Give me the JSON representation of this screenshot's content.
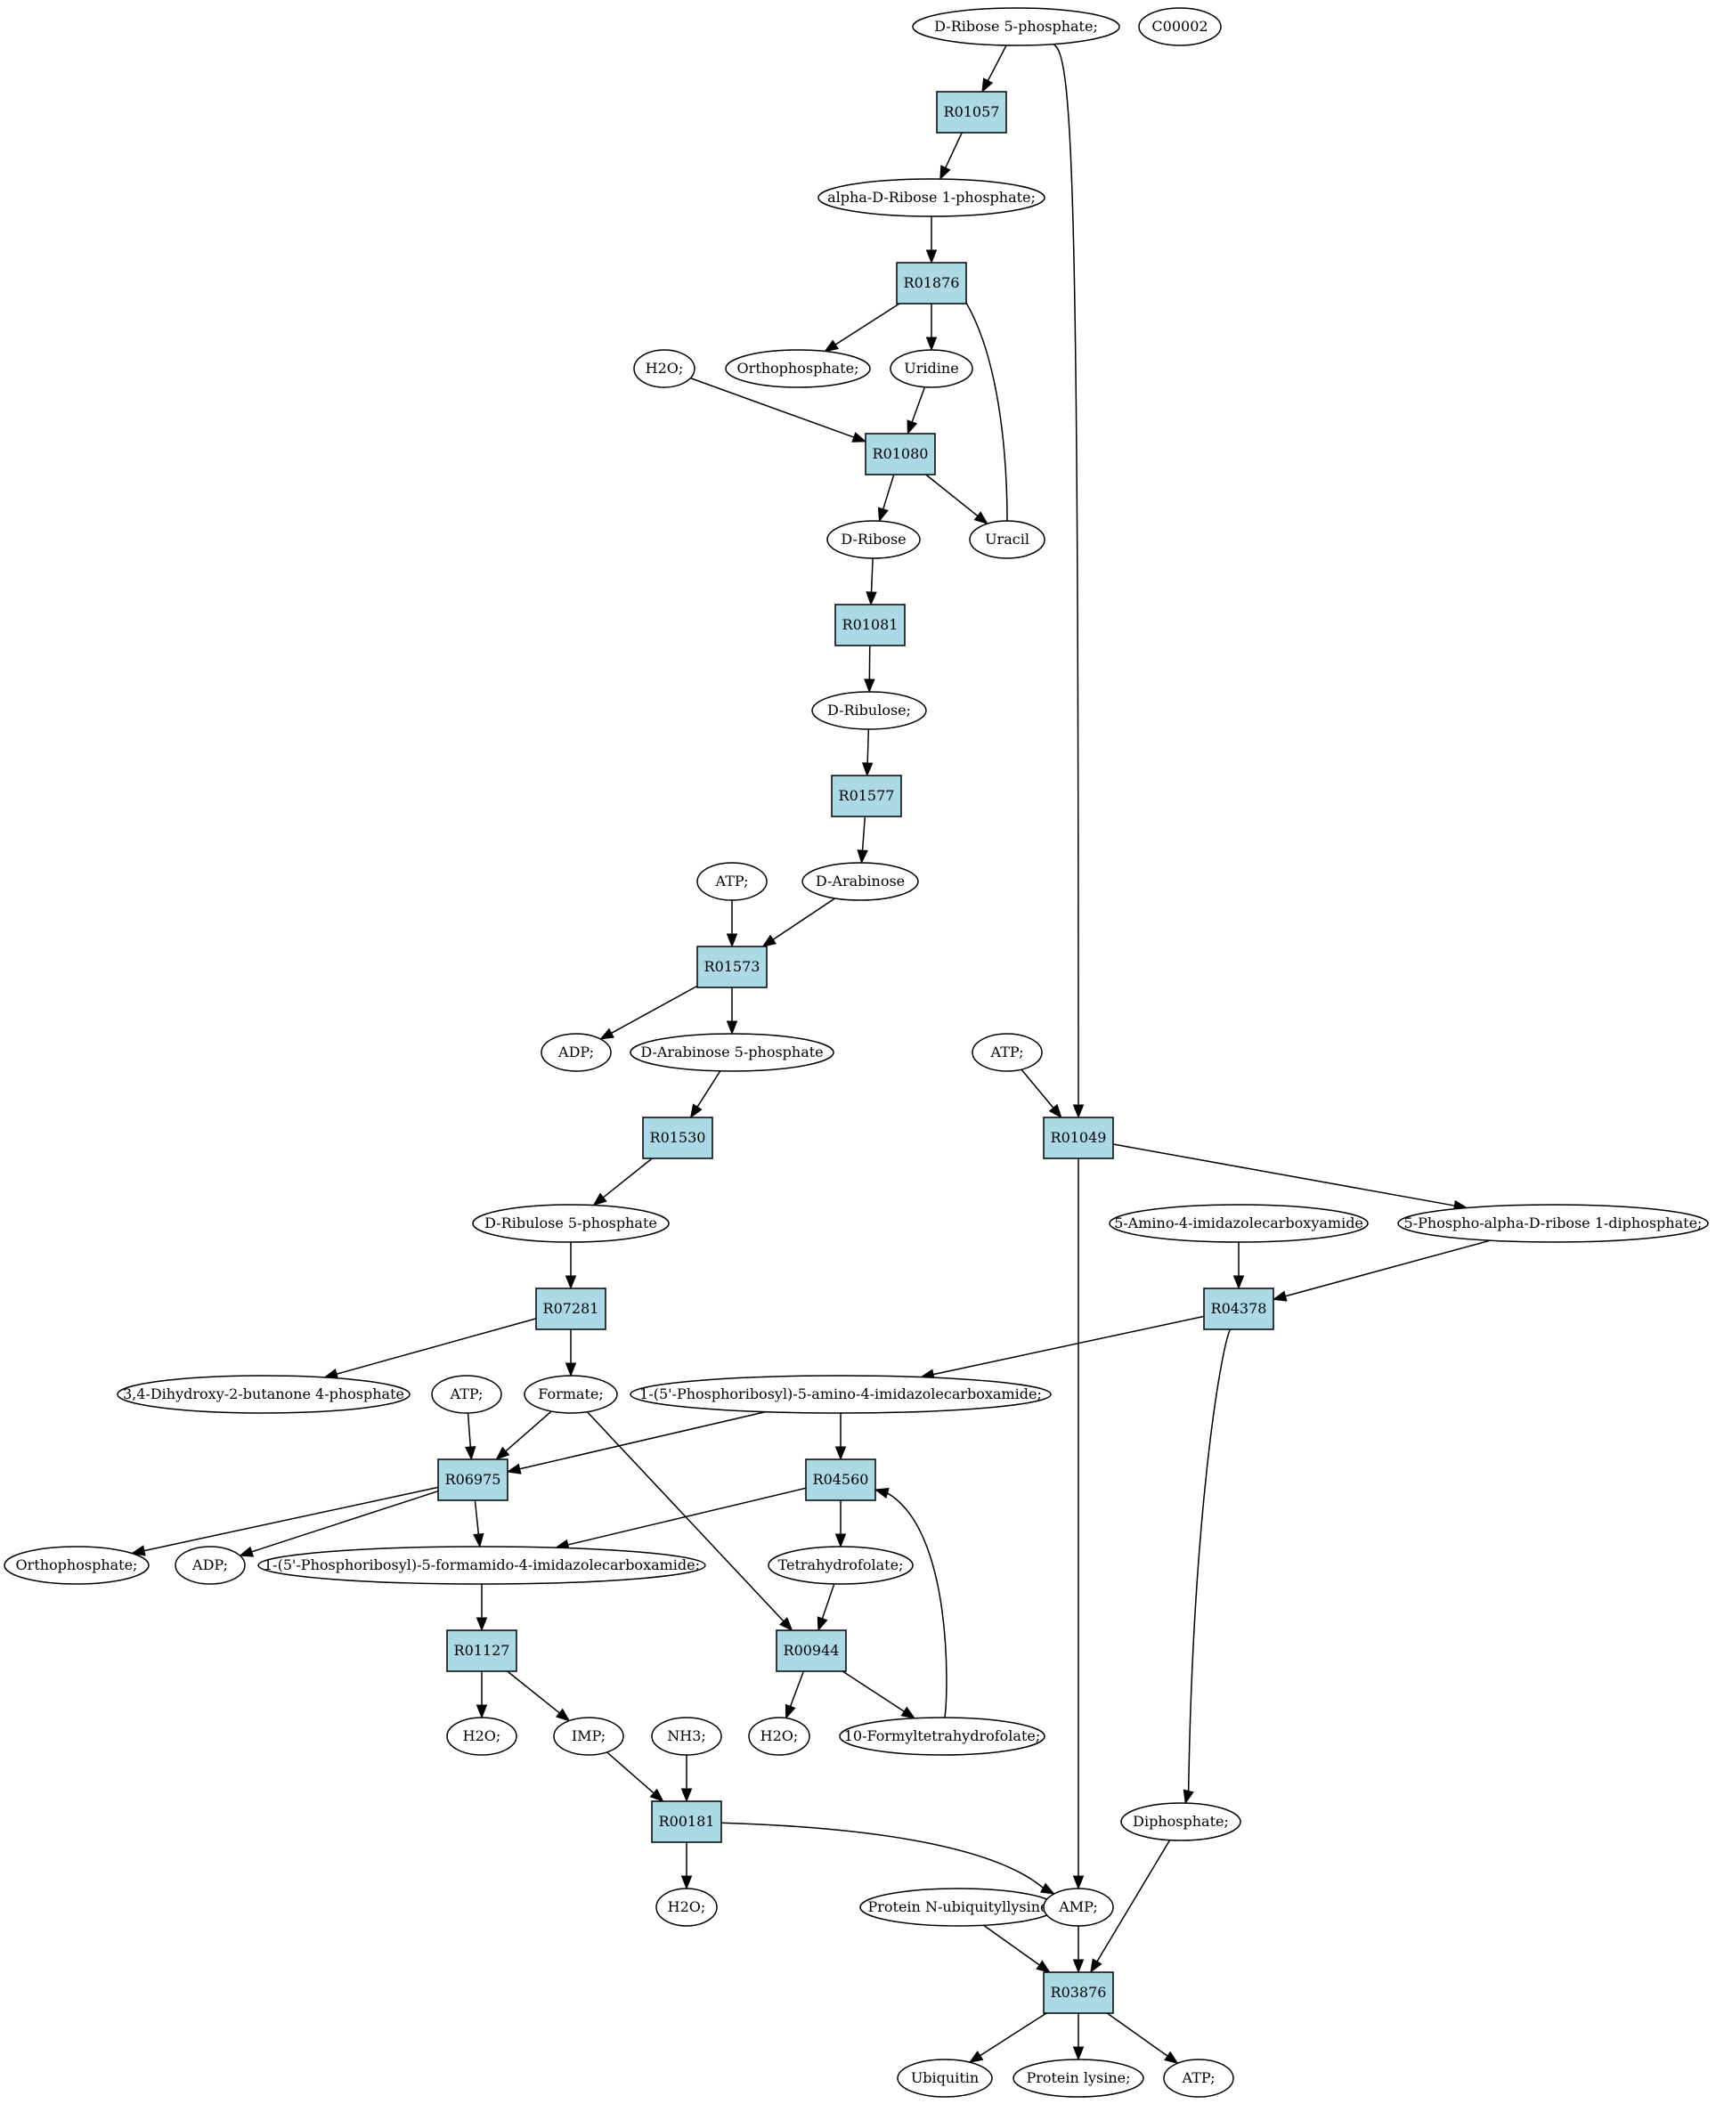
{
  "colors": {
    "background": "#ffffff",
    "reaction_fill": "#add8e6",
    "compound_fill": "#ffffff",
    "source_fill": "#00ff00",
    "extra_fill": "#ffff00",
    "stroke": "#000000"
  },
  "compounds": {
    "c_r5p": "D-Ribose 5-phosphate;",
    "c_c00002": "C00002",
    "c_ar1p": "alpha-D-Ribose 1-phosphate;",
    "c_h2o_1": "H2O;",
    "c_ortho_1": "Orthophosphate;",
    "c_uridine": "Uridine",
    "c_dribose": "D-Ribose",
    "c_uracil": "Uracil",
    "c_dribulose": "D-Ribulose;",
    "c_atp_1": "ATP;",
    "c_darab": "D-Arabinose",
    "c_adp_1": "ADP;",
    "c_da5p": "D-Arabinose 5-phosphate",
    "c_atp_2": "ATP;",
    "c_dru5p": "D-Ribulose 5-phosphate",
    "c_aica": "5-Amino-4-imidazolecarboxyamide",
    "c_prpp": "5-Phospho-alpha-D-ribose 1-diphosphate;",
    "c_dhbp": "3,4-Dihydroxy-2-butanone 4-phosphate",
    "c_atp_3": "ATP;",
    "c_formate": "Formate;",
    "c_aicar": "1-(5'-Phosphoribosyl)-5-amino-4-imidazolecarboxamide;",
    "c_ortho_2": "Orthophosphate;",
    "c_adp_2": "ADP;",
    "c_faicar": "1-(5'-Phosphoribosyl)-5-formamido-4-imidazolecarboxamide;",
    "c_thf": "Tetrahydrofolate;",
    "c_h2o_2": "H2O;",
    "c_imp": "IMP;",
    "c_nh3": "NH3;",
    "c_h2o_3": "H2O;",
    "c_10fthf": "10-Formyltetrahydrofolate;",
    "c_diphos": "Diphosphate;",
    "c_h2o_4": "H2O;",
    "c_pnub": "Protein N-ubiquityllysine",
    "c_amp": "AMP;",
    "c_ubiq": "Ubiquitin",
    "c_plys": "Protein lysine;",
    "c_atp_4": "ATP;"
  },
  "reactions": {
    "r_R01057": "R01057",
    "r_R01876": "R01876",
    "r_R01080": "R01080",
    "r_R01081": "R01081",
    "r_R01577": "R01577",
    "r_R01573": "R01573",
    "r_R01530": "R01530",
    "r_R01049": "R01049",
    "r_R07281": "R07281",
    "r_R04378": "R04378",
    "r_R06975": "R06975",
    "r_R04560": "R04560",
    "r_R01127": "R01127",
    "r_R00944": "R00944",
    "r_R00181": "R00181",
    "r_R03876": "R03876"
  }
}
